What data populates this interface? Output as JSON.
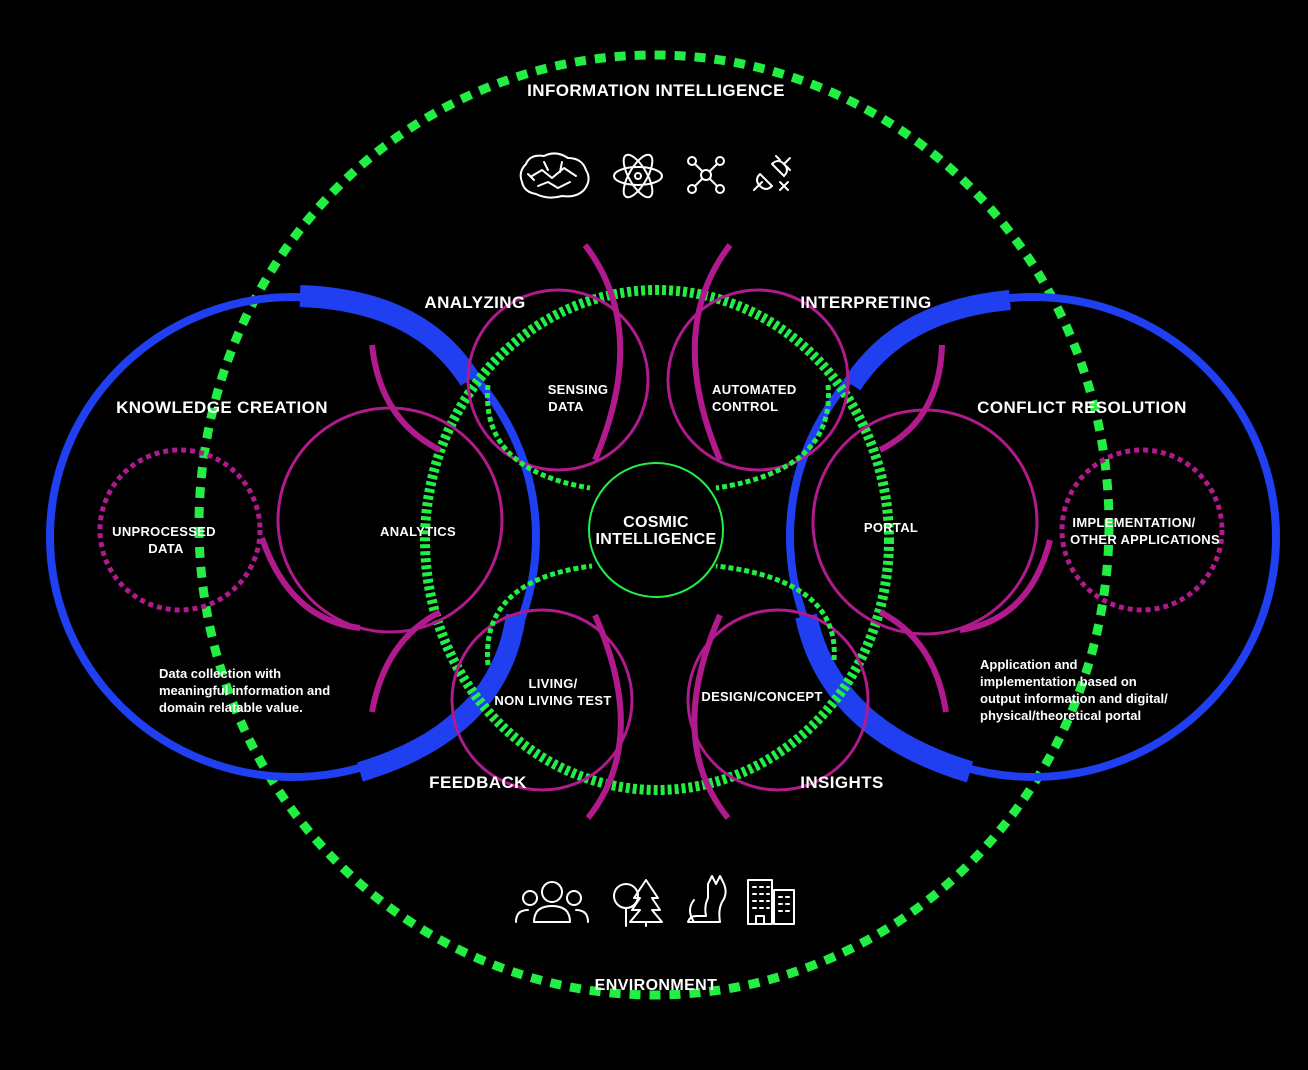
{
  "title": "INFORMATION INTELLIGENCE",
  "bottom_title": "ENVIRONMENT",
  "core": {
    "line1": "COSMIC",
    "line2": "INTELLIGENCE"
  },
  "quadrants": {
    "analyzing": "ANALYZING",
    "interpreting": "INTERPRETING",
    "feedback": "FEEDBACK",
    "insights": "INSIGHTS"
  },
  "left": {
    "title": "KNOWLEDGE CREATION",
    "inner_line1": "UNPROCESSED",
    "inner_line2": "DATA",
    "desc_line1": "Data collection with",
    "desc_line2": "meaningful information and",
    "desc_line3": "domain relatable value."
  },
  "right": {
    "title": "CONFLICT RESOLUTION",
    "inner_line1": "IMPLEMENTATION/",
    "inner_line2": "OTHER APPLICATIONS",
    "desc_line1": "Application and",
    "desc_line2": "implementation based on",
    "desc_line3": "output information and digital/",
    "desc_line4": "physical/theoretical portal"
  },
  "nodes": {
    "sensing_line1": "SENSING",
    "sensing_line2": "DATA",
    "automated_line1": "AUTOMATED",
    "automated_line2": "CONTROL",
    "analytics": "ANALYTICS",
    "portal": "PORTAL",
    "living_line1": "LIVING/",
    "living_line2": "NON LIVING TEST",
    "design": "DESIGN/CONCEPT"
  },
  "top_icons": [
    "brain-icon",
    "atom-icon",
    "network-icon",
    "plug-icon"
  ],
  "bottom_icons": [
    "people-icon",
    "trees-icon",
    "cat-icon",
    "buildings-icon"
  ],
  "colors": {
    "background": "#000000",
    "green": "#22ee44",
    "blue": "#1f3ff0",
    "magenta": "#b01a8c",
    "text": "#ffffff"
  }
}
